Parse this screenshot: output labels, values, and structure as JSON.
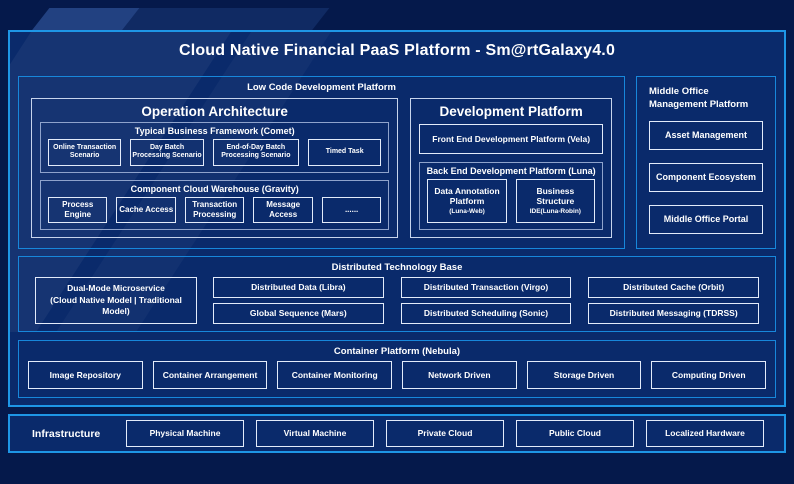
{
  "colors": {
    "page_background": "#05194b",
    "panel_background": "#0a2a6b",
    "accent_border_blue": "#1e96e6",
    "leaf_border_white": "#e3ebfa"
  },
  "title": "Cloud Native Financial PaaS Platform - Sm@rtGalaxy4.0",
  "low_code": {
    "label": "Low Code Development Platform",
    "operation_architecture": {
      "title": "Operation Architecture",
      "comet": {
        "label": "Typical Business Framework (Comet)",
        "items": [
          "Online Transaction Scenario",
          "Day Batch Processing Scenario",
          "End-of-Day Batch Processing Scenario",
          "Timed Task"
        ]
      },
      "gravity": {
        "label": "Component Cloud Warehouse (Gravity)",
        "items": [
          "Process Engine",
          "Cache Access",
          "Transaction Processing",
          "Message Access",
          "......"
        ]
      }
    },
    "development_platform": {
      "title": "Development Platform",
      "front_end": "Front End Development Platform (Vela)",
      "back_end": {
        "label": "Back End Development Platform (Luna)",
        "items": [
          {
            "label": "Data Annotation Platform",
            "sub": "(Luna-Web)"
          },
          {
            "label": "Business Structure",
            "sub": "IDE(Luna-Robin)"
          }
        ]
      }
    }
  },
  "middle_office": {
    "label": "Middle Office Management Platform",
    "items": [
      "Asset Management",
      "Component Ecosystem",
      "Middle Office Portal"
    ]
  },
  "distributed": {
    "label": "Distributed Technology Base",
    "dual_mode": {
      "label": "Dual-Mode Microservice",
      "sub": "(Cloud Native Model | Traditional Model)"
    },
    "grid": [
      "Distributed Data (Libra)",
      "Distributed Transaction (Virgo)",
      "Distributed Cache (Orbit)",
      "Global Sequence (Mars)",
      "Distributed Scheduling (Sonic)",
      "Distributed Messaging (TDRSS)"
    ]
  },
  "container_platform": {
    "label": "Container Platform (Nebula)",
    "items": [
      "Image Repository",
      "Container Arrangement",
      "Container Monitoring",
      "Network Driven",
      "Storage Driven",
      "Computing Driven"
    ]
  },
  "infrastructure": {
    "label": "Infrastructure",
    "items": [
      "Physical Machine",
      "Virtual Machine",
      "Private Cloud",
      "Public Cloud",
      "Localized Hardware"
    ]
  }
}
